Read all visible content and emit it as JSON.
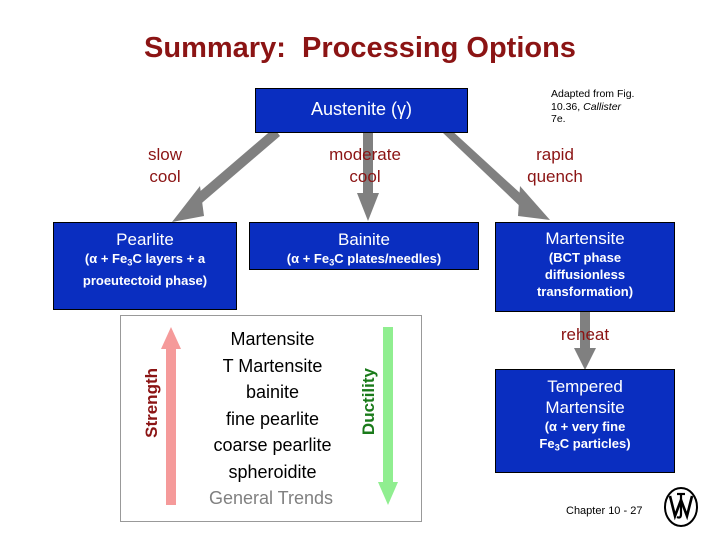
{
  "slide": {
    "title": "Summary:  Processing Options",
    "title_color": "#8b1414",
    "box_color": "#0a2eC0",
    "arrow_color": "#808080",
    "adapted_note": {
      "line1": "Adapted from Fig.",
      "line2_num": "10.36, ",
      "line2_italic": "Callister",
      "line3": "7e."
    }
  },
  "boxes": {
    "austenite": {
      "heading": "Austenite (γ)"
    },
    "pearlite": {
      "heading": "Pearlite",
      "sub_line1_pre": "(α + Fe",
      "sub_line1_sub": "3",
      "sub_line1_post": "C layers + a",
      "sub_line2": "proeutectoid phase)"
    },
    "bainite": {
      "heading": "Bainite",
      "sub_line1_pre": "(α + Fe",
      "sub_line1_sub": "3",
      "sub_line1_post": "C plates/needles)"
    },
    "martensite": {
      "heading": "Martensite",
      "sub_line1": "(BCT phase",
      "sub_line2": "diffusionless",
      "sub_line3": "transformation)"
    },
    "tempered": {
      "heading_line1": "Tempered",
      "heading_line2": "Martensite",
      "sub_line1": "(α + very fine",
      "sub_line2_pre": "Fe",
      "sub_line2_sub": "3",
      "sub_line2_post": "C particles)"
    }
  },
  "labels": {
    "slow_cool": "slow\ncool",
    "moderate_cool": "moderate\ncool",
    "rapid_quench": "rapid\nquench",
    "reheat": "reheat"
  },
  "trends": {
    "strength_label": "Strength",
    "strength_color": "#8b1414",
    "ductility_label": "Ductility",
    "ductility_color": "#1a7a1a",
    "caption": "General Trends",
    "caption_color": "#808080",
    "items": [
      "Martensite",
      "T Martensite",
      "bainite",
      "fine pearlite",
      "coarse pearlite",
      "spheroidite"
    ]
  },
  "footer": {
    "chapter": "Chapter 10 - 27",
    "logo_name": "wiley-monogram-logo"
  }
}
